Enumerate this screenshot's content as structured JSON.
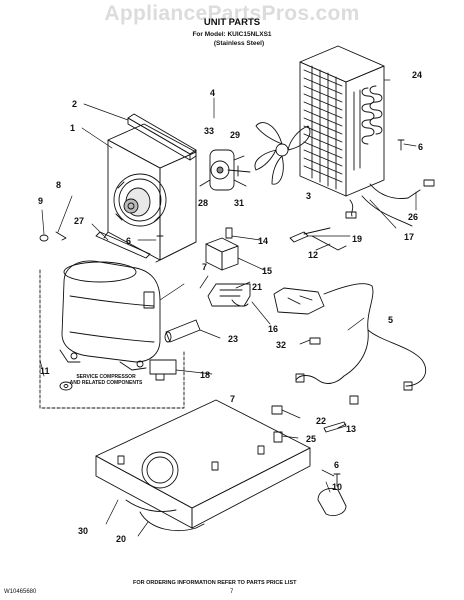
{
  "watermark": "AppliancePartsPros.com",
  "header": {
    "title": "UNIT PARTS",
    "model_line": "For Model: KUIC15NLXS1",
    "finish_line": "(Stainless Steel)"
  },
  "service_note": {
    "line1": "SERVICE COMPRESSOR",
    "line2": "AND RELATED COMPONENTS"
  },
  "footer": {
    "doc_number": "W10465680",
    "page_number": "7",
    "instruction": "FOR ORDERING INFORMATION REFER TO PARTS PRICE LIST"
  },
  "callouts": {
    "c1": "1",
    "c2": "2",
    "c3": "3",
    "c4": "4",
    "c5": "5",
    "c6a": "6",
    "c6b": "6",
    "c6c": "6",
    "c7a": "7",
    "c7b": "7",
    "c8": "8",
    "c9": "9",
    "c10": "10",
    "c11": "11",
    "c12": "12",
    "c13": "13",
    "c14": "14",
    "c15": "15",
    "c16": "16",
    "c17": "17",
    "c18": "18",
    "c19": "19",
    "c20": "20",
    "c21": "21",
    "c22": "22",
    "c23": "23",
    "c24": "24",
    "c25": "25",
    "c26": "26",
    "c27": "27",
    "c28": "28",
    "c29": "29",
    "c30": "30",
    "c31": "31",
    "c32": "32",
    "c33": "33"
  }
}
